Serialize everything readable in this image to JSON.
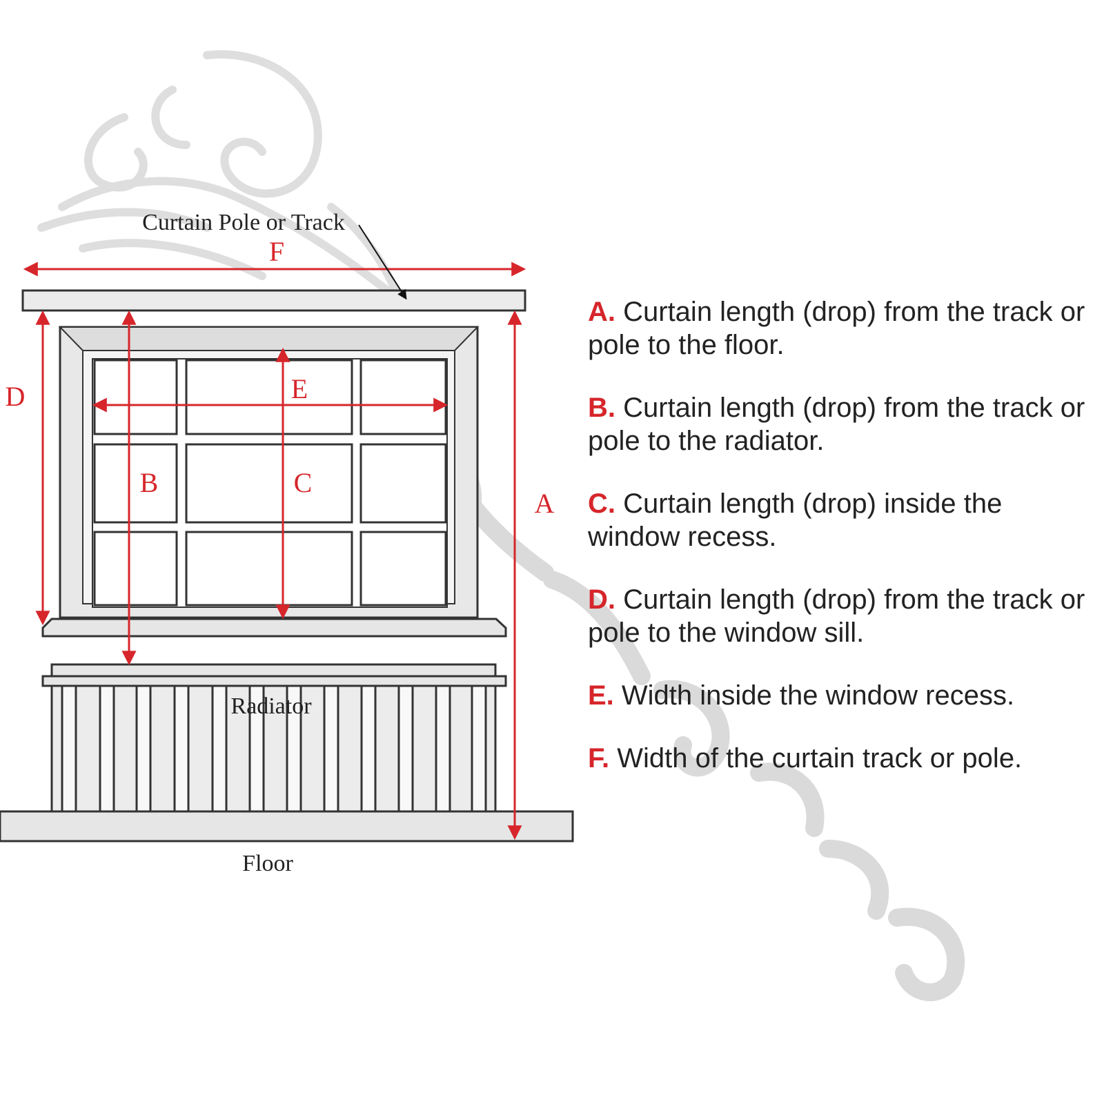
{
  "colors": {
    "accent_red": "#d6262b",
    "frame_stroke": "#333333",
    "frame_fill": "#ebebeb",
    "watermark": "#cfcfcf"
  },
  "labels": {
    "pole": "Curtain Pole or Track",
    "radiator": "Radiator",
    "floor": "Floor"
  },
  "dimension_letters": {
    "a": "A",
    "b": "B",
    "c": "C",
    "d": "D",
    "e": "E",
    "f": "F"
  },
  "legend": [
    {
      "key": "A.",
      "text": " Curtain length (drop) from the track or pole to the floor."
    },
    {
      "key": "B.",
      "text": " Curtain length (drop) from the track or pole to the radiator."
    },
    {
      "key": "C.",
      "text": " Curtain length (drop) inside the window recess."
    },
    {
      "key": "D.",
      "text": " Curtain length (drop) from the track or pole to the window sill."
    },
    {
      "key": "E.",
      "text": " Width inside the window recess."
    },
    {
      "key": "F.",
      "text": " Width of the curtain track or pole."
    }
  ],
  "watermark_icon": "flourish-logo-watermark"
}
